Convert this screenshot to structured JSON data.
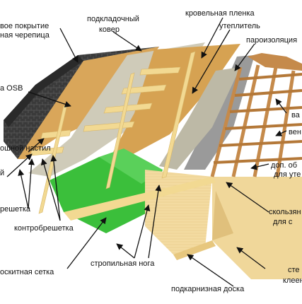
{
  "labels": {
    "shingle_1": "вое покрытие",
    "shingle_2": "ная черепица",
    "underlay_1": "подкладочный",
    "underlay_2": "ковер",
    "membrane": "кровельная пленка",
    "insulation": "утеплитель",
    "vapor": "пароизоляция",
    "osb": "а OSB",
    "solid": "ошной настил",
    "left_j": "й",
    "batten": "решетка",
    "counter_batten": "контробрешетка",
    "mesh": "оскитная сетка",
    "rafter": "стропильная нога",
    "eaves": "подкарнизная доска",
    "right_va": "ва",
    "right_ven": "вен",
    "extra_1": "доп. об",
    "extra_2": "для уте",
    "slide_1": "скользян",
    "slide_2": "для с",
    "wall_1": "сте",
    "wall_2": "клеен"
  },
  "colors": {
    "shingle": "#3a3a3a",
    "osb": "#d9a65a",
    "batten": "#f0d79a",
    "membrane": "#c9c5b4",
    "green_film": "#3bbf3b",
    "rafter": "#c58a4b",
    "gray_ins": "#9a9a9a"
  }
}
